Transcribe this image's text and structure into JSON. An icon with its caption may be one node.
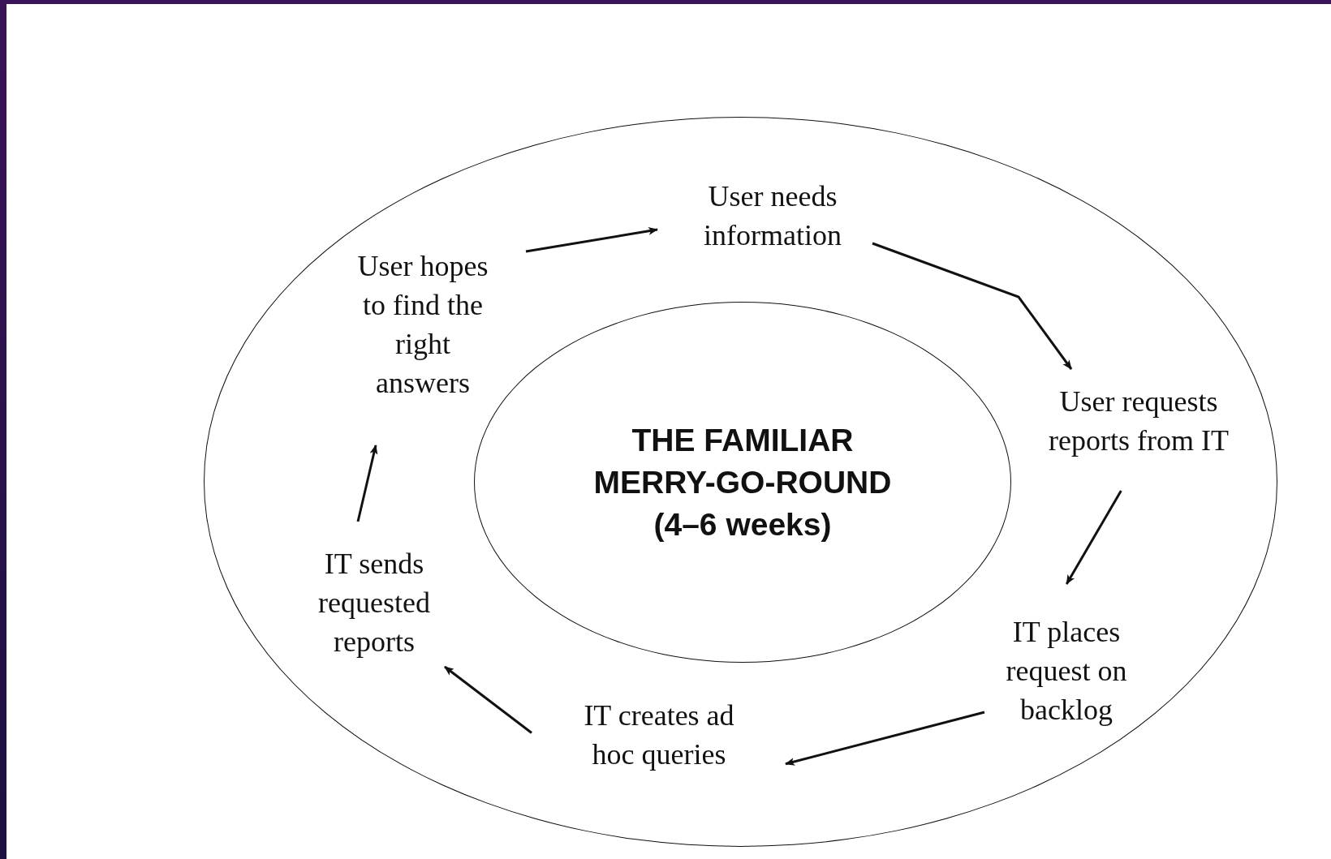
{
  "diagram": {
    "nodes": [
      {
        "text": [],
        "shape": "ellipse"
      },
      {
        "text": [
          "User needs information"
        ],
        "in": 0
      },
      {
        "text": [
          "User requests reports from IT"
        ],
        "in": 0
      },
      {
        "text": [
          "IT places request on backlog"
        ],
        "in": 0
      },
      {
        "text": [
          "IT creates ad hoc queries"
        ],
        "in": 0
      },
      {
        "text": [
          "IT sends requested reports"
        ],
        "in": 0
      },
      {
        "text": [
          "User hopes to find the right answers"
        ],
        "in": 0
      },
      {
        "text": [
          "THE FAMILIAR MERRY-GO-ROUND (4–6 weeks)"
        ],
        "in": 0
      }
    ],
    "edges": [
      {
        "from": 1,
        "to": 2,
        "arrow": "to"
      },
      {
        "from": 2,
        "to": 3,
        "arrow": "to"
      },
      {
        "from": 3,
        "to": 4,
        "arrow": "to"
      },
      {
        "from": 4,
        "to": 5,
        "arrow": "to"
      },
      {
        "from": 5,
        "to": 6,
        "arrow": "to"
      },
      {
        "from": 6,
        "to": 1,
        "arrow": "to"
      }
    ]
  }
}
